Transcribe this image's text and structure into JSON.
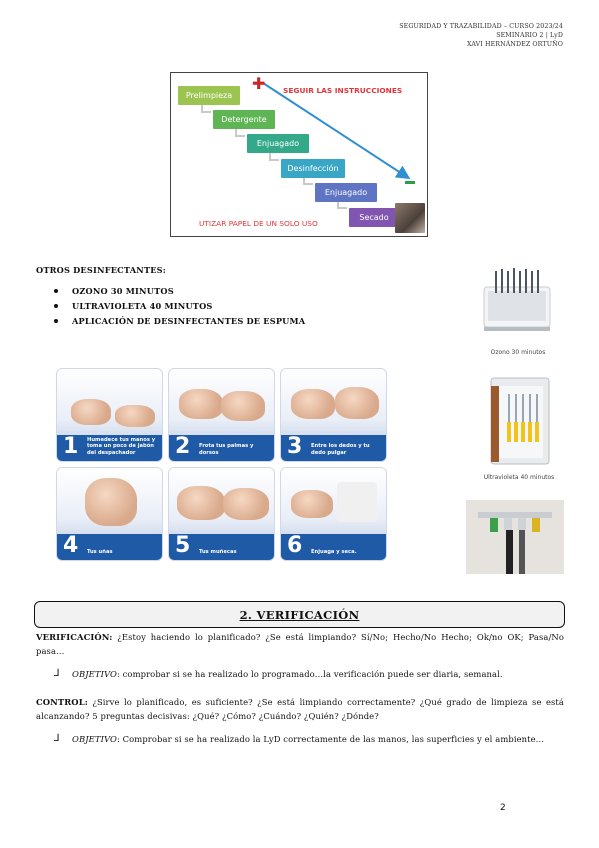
{
  "header": {
    "line1": "SEGURIDAD Y TRAZABILIDAD – CURSO 2023/24",
    "line2": "SEMINARIO 2 | LyD",
    "line3": "XAVI HERNÁNDEZ ORTUÑO"
  },
  "steps_diagram": {
    "instruction": "SEGUIR LAS INSTRUCCIONES",
    "paper_note": "UTIZAR PAPEL DE UN SOLO USO",
    "steps": [
      {
        "label": "Prelimpieza",
        "color": "#9bc450"
      },
      {
        "label": "Detergente",
        "color": "#5fb553"
      },
      {
        "label": "Enjuagado",
        "color": "#33a98a"
      },
      {
        "label": "Desinfección",
        "color": "#3aa6c5"
      },
      {
        "label": "Enjuagado",
        "color": "#5f74c2"
      },
      {
        "label": "Secado",
        "color": "#8155b0"
      }
    ],
    "arrow_color": "#2f8fd0"
  },
  "otros": {
    "title": "OTROS DESINFECTANTES:",
    "items": [
      "OZONO 30 MINUTOS",
      "ULTRAVIOLETA 40 MINUTOS",
      "APLICACIÓN DE DESINFECTANTES DE ESPUMA"
    ]
  },
  "side_images": {
    "ozone_caption": "Ozono 30 minutos",
    "uv_caption": "Ultravioleta  40 minutos"
  },
  "handwash": {
    "band_color": "#1f5aa6",
    "steps": [
      {
        "num": "1",
        "text": "Humedece tus manos y toma un poco de jabón del despachador"
      },
      {
        "num": "2",
        "text": "Frota tus palmas y dorsos"
      },
      {
        "num": "3",
        "text": "Entre los dedos y tu dedo pulgar"
      },
      {
        "num": "4",
        "text": "Tus uñas"
      },
      {
        "num": "5",
        "text": "Tus muñecas"
      },
      {
        "num": "6",
        "text": "Enjuaga y seca."
      }
    ]
  },
  "section": {
    "title": "2. VERIFICACIÓN"
  },
  "verificacion": {
    "label": "VERIFICACIÓN:",
    "text": " ¿Estoy haciendo lo planificado? ¿Se está limpiando? Sí/No; Hecho/No Hecho; Ok/no OK; Pasa/No pasa…",
    "objetivo_label": "OBJETIVO",
    "objetivo_text": ": comprobar si se ha realizado lo programado…la verificación puede ser diaria, semanal."
  },
  "control": {
    "label": "CONTROL:",
    "text": " ¿Sirve lo planificado, es suficiente? ¿Se está limpiando correctamente? ¿Qué grado de limpieza se está alcanzando? 5 preguntas decisivas: ¿Qué? ¿Cómo? ¿Cuándo? ¿Quién? ¿Dónde?",
    "objetivo_label": "OBJETIVO",
    "objetivo_text": ": Comprobar si se ha realizado la LyD correctamente de las manos, las superficies y el ambiente…"
  },
  "sub_marker": "⅃",
  "page_number": "2"
}
